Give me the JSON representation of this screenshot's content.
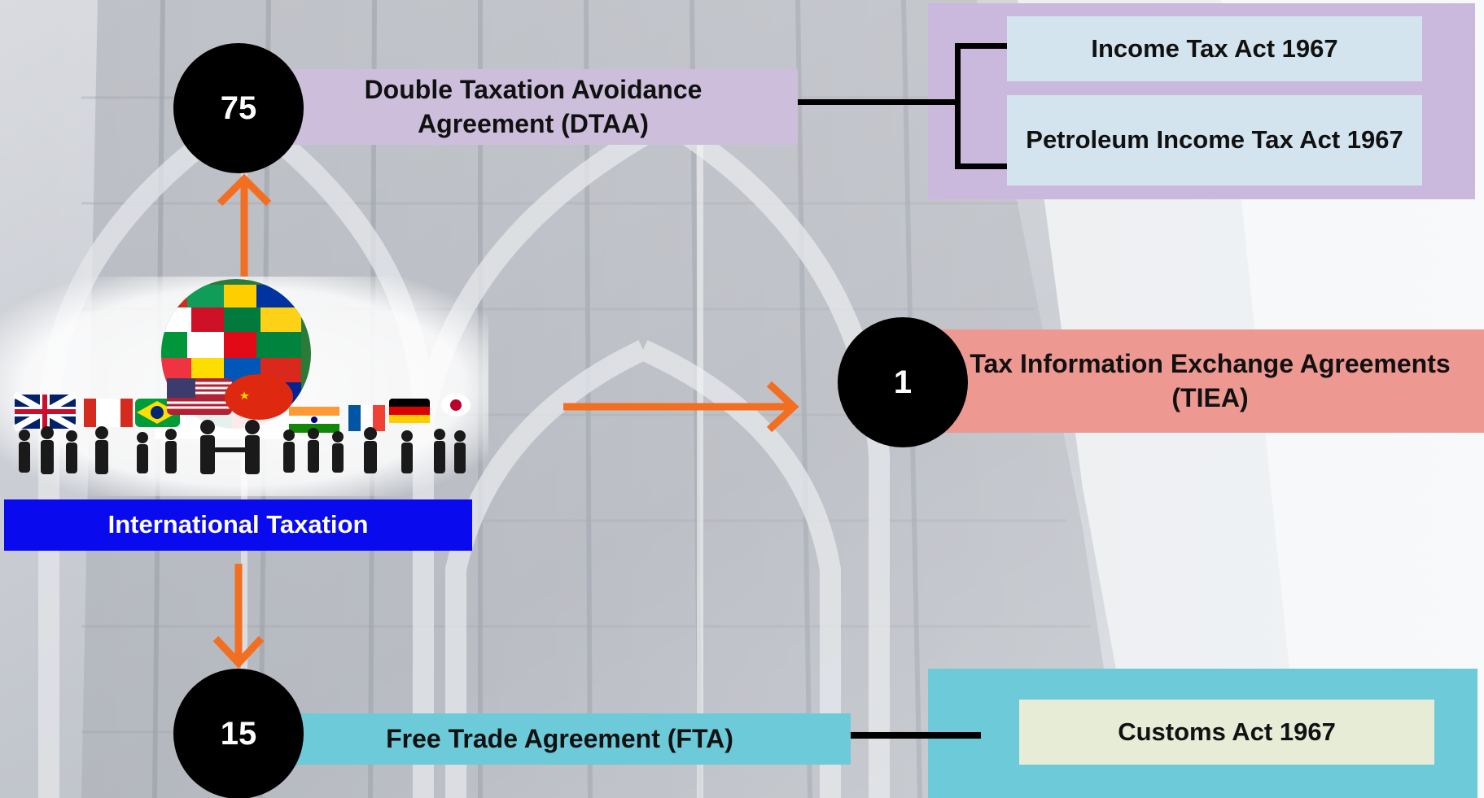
{
  "center": {
    "label": "International Taxation",
    "label_bg": "#0a0aee"
  },
  "dtaa": {
    "count": "75",
    "label": "Double Taxation Avoidance Agreement (DTAA)",
    "box_color": "#cdbfdc",
    "panel_color": "#cbb8dd",
    "acts": [
      "Income Tax Act 1967",
      "Petroleum Income Tax Act 1967"
    ],
    "act_box_color": "#d3e4ee"
  },
  "tiea": {
    "count": "1",
    "label": "Tax Information Exchange Agreements (TIEA)",
    "box_color": "#ee9892"
  },
  "fta": {
    "count": "15",
    "label": "Free Trade Agreement (FTA)",
    "box_color": "#6ccad9",
    "panel_color": "#6ccad9",
    "acts": [
      "Customs Act 1967"
    ],
    "act_box_color": "#e6ecd6"
  },
  "colors": {
    "arrow": "#f26f21",
    "connector": "#000000",
    "circle": "#000000"
  },
  "icons": [
    "globe-flags-icon",
    "people-group-icon",
    "flag-speech-bubbles-icon"
  ]
}
